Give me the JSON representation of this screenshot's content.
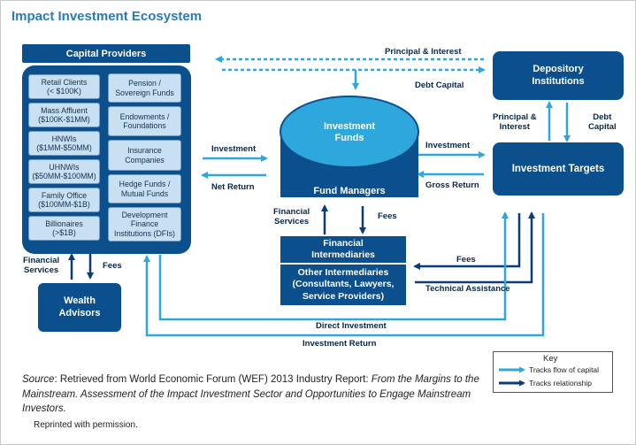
{
  "title": "Impact Investment Ecosystem",
  "capital_providers": {
    "header": "Capital Providers",
    "left_column": [
      "Retail Clients\n(< $100K)",
      "Mass Affluent\n($100K-$1MM)",
      "HNWIs\n($1MM-$50MM)",
      "UHNWIs\n($50MM-$100MM)",
      "Family Office\n($100MM-$1B)",
      "Billionaires\n(>$1B)"
    ],
    "right_column": [
      "Pension /\nSovereign Funds",
      "Endowments /\nFoundations",
      "Insurance\nCompanies",
      "Hedge Funds /\nMutual Funds",
      "Development\nFinance\nInstitutions (DFIs)"
    ]
  },
  "nodes": {
    "investment_funds": "Investment\nFunds",
    "fund_managers": "Fund Managers",
    "financial_intermediaries": "Financial\nIntermediaries",
    "other_intermediaries": "Other Intermediaries\n(Consultants, Lawyers,\nService Providers)",
    "depository_institutions": "Depository\nInstitutions",
    "investment_targets": "Investment Targets",
    "wealth_advisors": "Wealth\nAdvisors"
  },
  "flow_labels": {
    "principal_interest_top": "Principal & Interest",
    "debt_capital_top": "Debt Capital",
    "investment_left": "Investment",
    "net_return": "Net Return",
    "investment_right": "Investment",
    "gross_return": "Gross Return",
    "principal_interest_right": "Principal &\nInterest",
    "debt_capital_right": "Debt\nCapital",
    "financial_services_mid": "Financial\nServices",
    "fees_mid": "Fees",
    "fees_right": "Fees",
    "technical_assistance": "Technical Assistance",
    "financial_services_left": "Financial\nServices",
    "fees_left": "Fees",
    "direct_investment": "Direct Investment",
    "investment_return": "Investment Return"
  },
  "key": {
    "title": "Key",
    "flow_of_capital": "Tracks flow of capital",
    "relationship": "Tracks relationship"
  },
  "colors": {
    "capital_flow": "#2ea7dd",
    "relationship": "#0b3c78",
    "node_navy": "#0b4f8d",
    "funds_cyan": "#2ea7dd",
    "cell_fill": "#c9dff2",
    "title_blue": "#2a7bb8"
  },
  "source": {
    "prefix": "Source",
    "text_plain": ": Retrieved from World Economic Forum (WEF) 2013 Industry Report: ",
    "text_italic": "From the Margins to the Mainstream. Assessment of the Impact Investment Sector and Opportunities to Engage Mainstream Investors.",
    "reprinted": "Reprinted with permission."
  }
}
